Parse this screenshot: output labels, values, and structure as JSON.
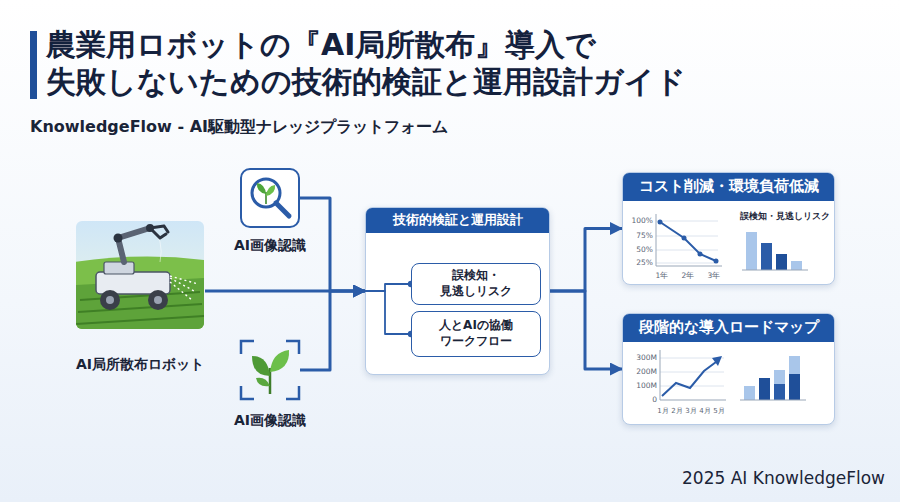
{
  "diagram": {
    "title": "農業用ロボットの『AI局所散布』導入で 失敗しないための技術的検証と運用設計ガイド",
    "nodes": [
      {
        "text": [
          "AI局所散布ロボット"
        ]
      },
      {
        "text": [
          "AI画像認識"
        ]
      },
      {
        "text": [
          "AI画像認識"
        ]
      },
      {
        "text": [
          "技術的検証と運用設計"
        ]
      },
      {
        "text": [
          "誤検知・見逃しリスク"
        ],
        "in": 3
      },
      {
        "text": [
          "人とAIの協働 ワークフロー"
        ],
        "in": 3
      },
      {
        "text": [
          "コスト削減・環境負荷低減"
        ]
      },
      {
        "text": [
          "段階的な導入ロードマップ"
        ]
      }
    ],
    "edges": [
      {
        "from": 0,
        "to": 3,
        "arrow": "to"
      },
      {
        "from": 1,
        "to": 3,
        "arrow": "to"
      },
      {
        "from": 2,
        "to": 3,
        "arrow": "to"
      },
      {
        "from": 3,
        "to": 6,
        "arrow": "to"
      },
      {
        "from": 3,
        "to": 7,
        "arrow": "to"
      },
      {
        "from": 3,
        "to": 4,
        "arrow": "none"
      },
      {
        "from": 3,
        "to": 5,
        "arrow": "none"
      }
    ],
    "labels": [
      "KnowledgeFlow - AI駆動型ナレッジプラットフォーム",
      "100%",
      "75%",
      "50%",
      "25%",
      "1年",
      "2年",
      "3年",
      "誤検知・見逃しリスク",
      "300M",
      "200M",
      "100M",
      "0",
      "1月",
      "2月",
      "3月",
      "4月",
      "5月",
      "2025 AI KnowledgeFlow"
    ]
  }
}
